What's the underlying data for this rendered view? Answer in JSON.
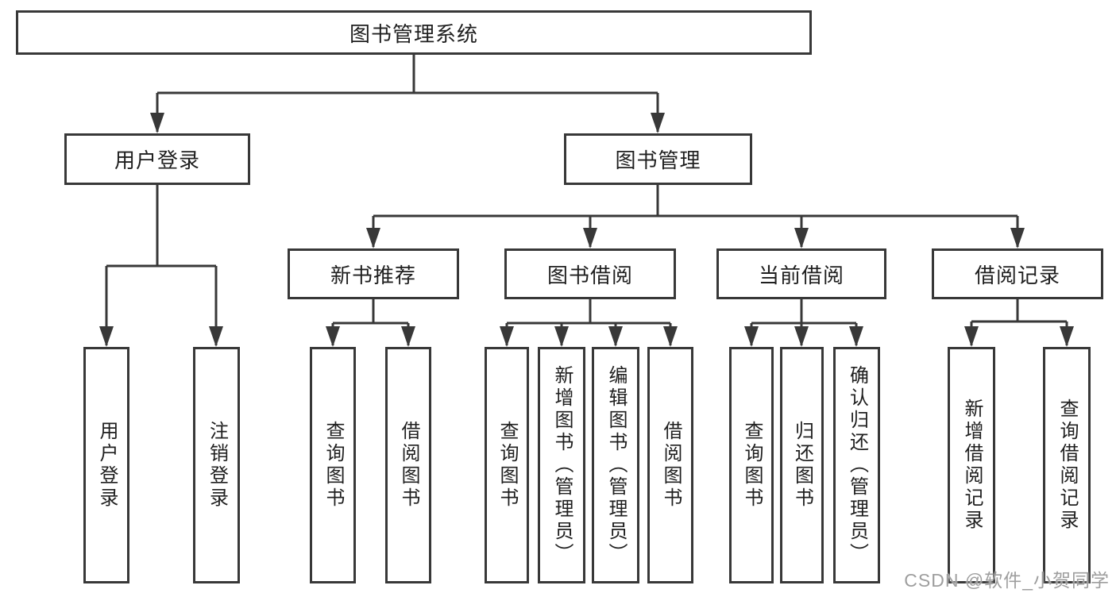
{
  "tree": {
    "label": "图书管理系统",
    "children": [
      {
        "label": "用户登录",
        "children": [
          {
            "label": "用户登录"
          },
          {
            "label": "注销登录"
          }
        ]
      },
      {
        "label": "图书管理",
        "children": [
          {
            "label": "新书推荐",
            "children": [
              {
                "label": "查询图书"
              },
              {
                "label": "借阅图书"
              }
            ]
          },
          {
            "label": "图书借阅",
            "children": [
              {
                "label": "查询图书"
              },
              {
                "label": "新增图书（管理员）"
              },
              {
                "label": "编辑图书（管理员）"
              },
              {
                "label": "借阅图书"
              }
            ]
          },
          {
            "label": "当前借阅",
            "children": [
              {
                "label": "查询图书"
              },
              {
                "label": "归还图书"
              },
              {
                "label": "确认归还（管理员）"
              }
            ]
          },
          {
            "label": "借阅记录",
            "children": [
              {
                "label": "新增借阅记录"
              },
              {
                "label": "查询借阅记录"
              }
            ]
          }
        ]
      }
    ]
  },
  "watermark": {
    "text": "CSDN @软件_小贺同学"
  },
  "colors": {
    "line": "#383838",
    "box_background": "#ffffff",
    "text": "#1f1f1f",
    "watermark": "#9e9e9e"
  }
}
